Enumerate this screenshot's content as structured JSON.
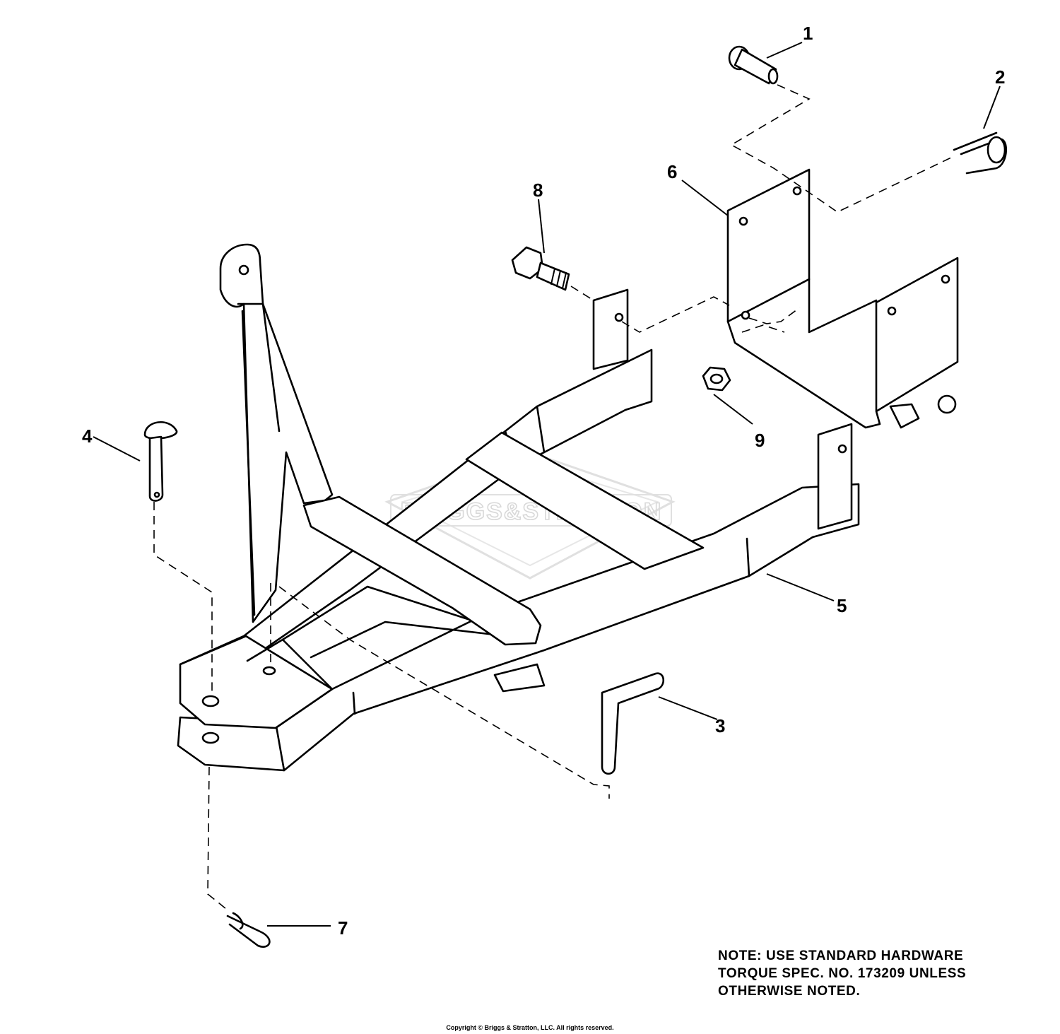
{
  "watermark": "BRIGGS&STRATTON",
  "callouts": [
    "1",
    "2",
    "3",
    "4",
    "5",
    "6",
    "7",
    "8",
    "9"
  ],
  "note": {
    "line1": "NOTE: USE STANDARD HARDWARE",
    "line2": "TORQUE SPEC. NO. 173209 UNLESS",
    "line3": "OTHERWISE NOTED."
  },
  "copyright": "Copyright © Briggs & Stratton, LLC. All rights reserved.",
  "colors": {
    "ink": "#000000",
    "background": "#ffffff",
    "watermark": "#d8d8d8"
  }
}
